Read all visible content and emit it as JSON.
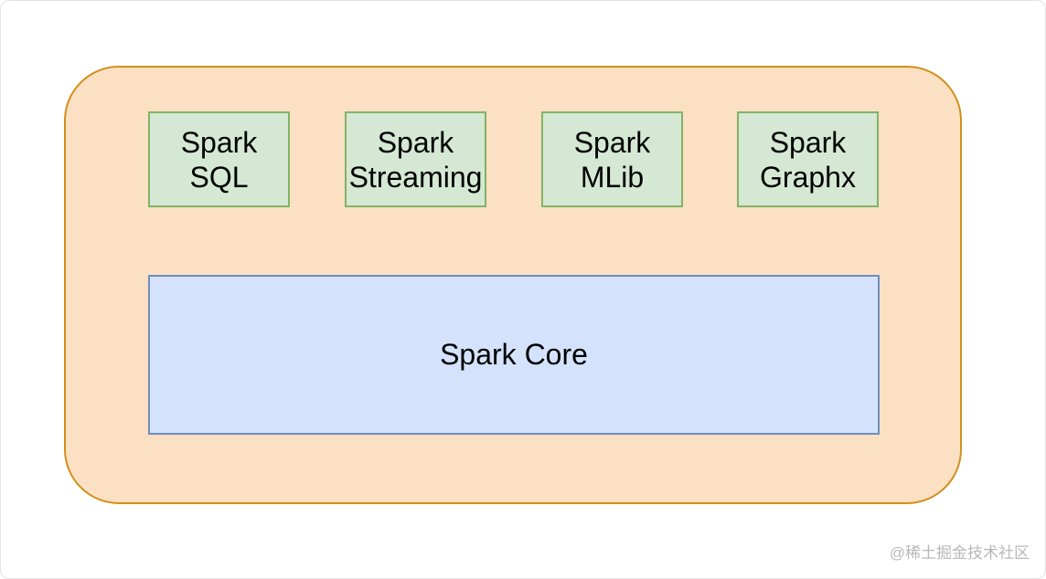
{
  "diagram": {
    "title": "Spark ecosystem",
    "container": {
      "label": "",
      "fill": "#fce0c3",
      "stroke": "#d2901c"
    },
    "modules": [
      {
        "label": "Spark\nSQL",
        "fill": "#d5e8d4",
        "stroke": "#82b366"
      },
      {
        "label": "Spark\nStreaming",
        "fill": "#d5e8d4",
        "stroke": "#82b366"
      },
      {
        "label": "Spark\nMLib",
        "fill": "#d5e8d4",
        "stroke": "#82b366"
      },
      {
        "label": "Spark\nGraphx",
        "fill": "#d5e8d4",
        "stroke": "#82b366"
      }
    ],
    "core": {
      "label": "Spark Core",
      "fill": "#d4e3fb",
      "stroke": "#6c8ebf"
    }
  },
  "watermark": "@稀土掘金技术社区"
}
